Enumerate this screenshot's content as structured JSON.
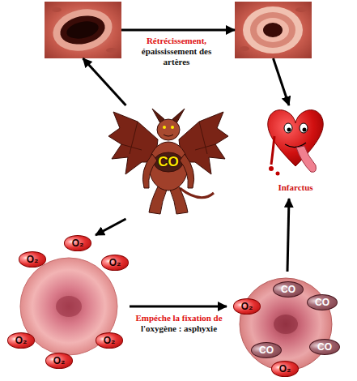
{
  "diagram": {
    "nodes": [
      {
        "text": []
      },
      {
        "text": []
      },
      {
        "text": [
          "CO"
        ]
      },
      {
        "text": [
          "Infarctus"
        ]
      },
      {
        "text": []
      },
      {
        "text": [
          "O₂"
        ],
        "in": 4
      },
      {
        "text": [
          "O₂"
        ],
        "in": 4
      },
      {
        "text": [
          "O₂"
        ],
        "in": 4
      },
      {
        "text": [
          "O₂"
        ],
        "in": 4
      },
      {
        "text": [
          "O₂"
        ],
        "in": 4
      },
      {
        "text": [
          "O₂"
        ],
        "in": 4
      },
      {
        "text": []
      },
      {
        "text": [
          "CO"
        ],
        "in": 11
      },
      {
        "text": [
          "CO"
        ],
        "in": 11
      },
      {
        "text": [
          "O₂"
        ],
        "in": 11
      },
      {
        "text": [
          "CO"
        ],
        "in": 11
      },
      {
        "text": [
          "CO"
        ],
        "in": 11
      },
      {
        "text": [
          "O₂"
        ],
        "in": 11
      }
    ],
    "edges": [
      {
        "from": 2,
        "to": 0,
        "arrow": "to"
      },
      {
        "from": 0,
        "to": 1,
        "arrow": "to",
        "label": "Rétrécissement, épaississement des artères"
      },
      {
        "from": 1,
        "to": 3,
        "arrow": "to"
      },
      {
        "from": 2,
        "to": 4,
        "arrow": "to"
      },
      {
        "from": 4,
        "to": 11,
        "arrow": "to",
        "label": "Empéche la fixation de l'oxygène : asphyxie"
      },
      {
        "from": 11,
        "to": 3,
        "arrow": "to"
      }
    ]
  }
}
